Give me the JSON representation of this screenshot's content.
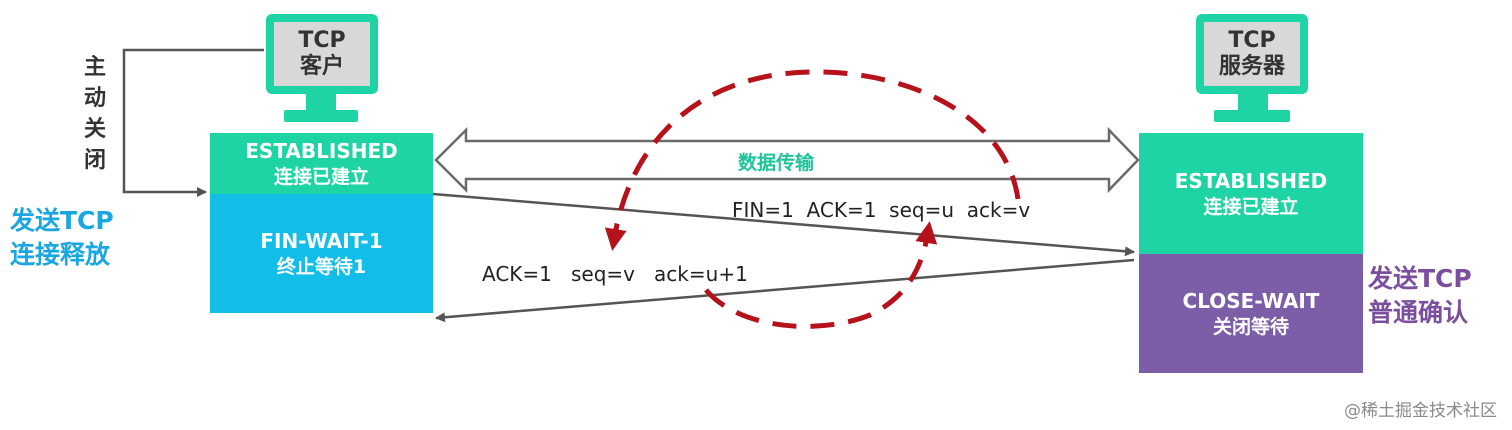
{
  "client": {
    "monitor_line1": "TCP",
    "monitor_line2": "客户",
    "active_close_chars": [
      "主",
      "动",
      "关",
      "闭"
    ],
    "state1_en": "ESTABLISHED",
    "state1_zh": "连接已建立",
    "state2_en": "FIN-WAIT-1",
    "state2_zh": "终止等待1",
    "side_label_line1": "发送TCP",
    "side_label_line2": "连接释放"
  },
  "server": {
    "monitor_line1": "TCP",
    "monitor_line2": "服务器",
    "state1_en": "ESTABLISHED",
    "state1_zh": "连接已建立",
    "state2_en": "CLOSE-WAIT",
    "state2_zh": "关闭等待",
    "side_label_line1": "发送TCP",
    "side_label_line2": "普通确认"
  },
  "data_transfer_label": "数据传输",
  "messages": {
    "fin": "FIN=1  ACK=1  seq=u  ack=v",
    "ack": "ACK=1   seq=v   ack=u+1"
  },
  "watermark": "@稀土掘金技术社区",
  "colors": {
    "green": "#1fd4a4",
    "blue": "#12bde8",
    "purple": "#7b5ea7",
    "client_label": "#1aa6e0",
    "server_label": "#7b4f9e",
    "cycle_arrow": "#b5121b"
  }
}
